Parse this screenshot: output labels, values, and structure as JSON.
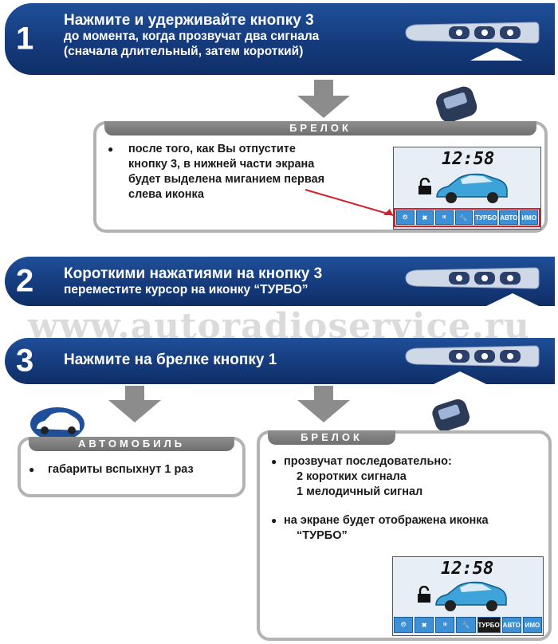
{
  "step1": {
    "number": "1",
    "line1": "Нажмите и удерживайте кнопку 3",
    "line2": "до момента, когда прозвучат два сигнала",
    "line3": "(сначала длительный, затем короткий)"
  },
  "panel1": {
    "header": "БРЕЛОК",
    "bullet": "●",
    "text1": "после того, как Вы отпустите",
    "text2": "кнопку 3, в нижней части экрана",
    "text3": "будет выделена миганием первая",
    "text4": "слева иконка",
    "lcd_time": "12:58",
    "icons": [
      "⏲",
      "✖",
      "ᴵᴵᴵ",
      "🔧",
      "ТУРБО",
      "АВТО",
      "ИМО"
    ]
  },
  "step2": {
    "number": "2",
    "line1": "Короткими нажатиями на кнопку 3",
    "line2": "переместите курсор на иконку “ТУРБО”"
  },
  "watermark": "www.autoradioservice.ru",
  "step3": {
    "number": "3",
    "line1": "Нажмите на брелке кнопку 1"
  },
  "panel_car": {
    "header": "АВТОМОБИЛЬ",
    "bullet": "●",
    "text": "габариты вспыхнут 1 раз"
  },
  "panel2": {
    "header": "БРЕЛОК",
    "bullet1": "●",
    "text1": "прозвучат последовательно:",
    "text2": "2 коротких сигнала",
    "text3": "1 мелодичный сигнал",
    "bullet2": "●",
    "text4": "на экране будет отображена иконка",
    "text5": "“ТУРБО”",
    "lcd_time": "12:58",
    "icons": [
      "⏲",
      "✖",
      "ᴵᴵᴵ",
      "🔧",
      "ТУРБО",
      "АВТО",
      "ИМО"
    ]
  },
  "colors": {
    "banner": "#153b7d",
    "panel_border": "#b3b3b3",
    "highlight": "#d0202a"
  }
}
